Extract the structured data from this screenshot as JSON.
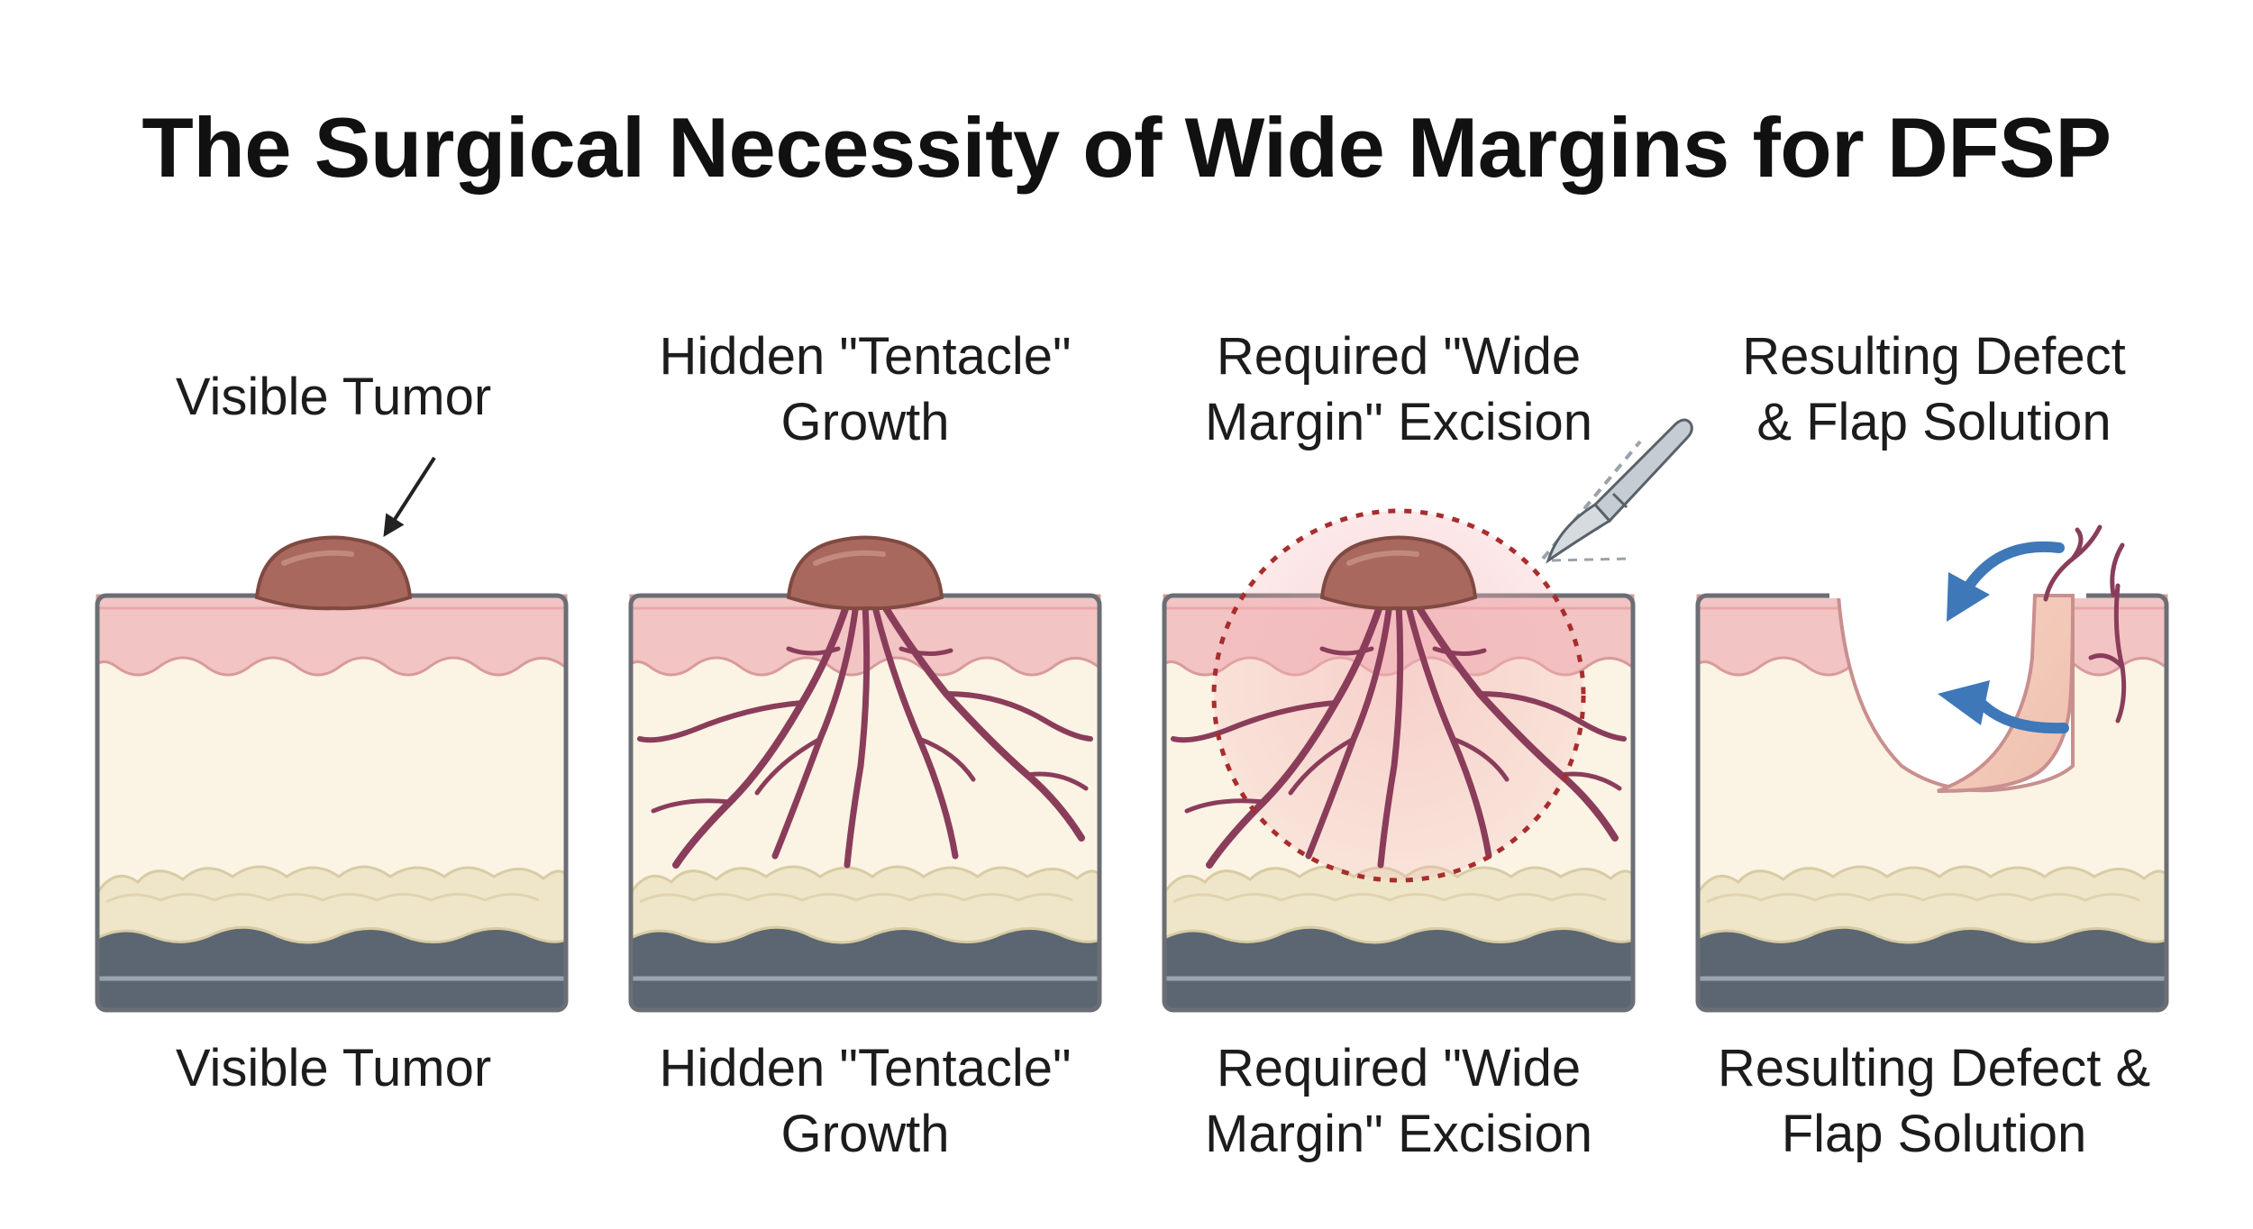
{
  "title": "The Surgical Necessity of Wide Margins for DFSP",
  "panels": [
    {
      "top_label": "Visible Tumor",
      "bottom_label": "Visible Tumor"
    },
    {
      "top_label": "Hidden \"Tentacle\"\nGrowth",
      "bottom_label": "Hidden \"Tentacle\"\nGrowth"
    },
    {
      "top_label": "Required \"Wide\nMargin\" Excision",
      "bottom_label": "Required \"Wide\nMargin\" Excision"
    },
    {
      "top_label": "Resulting Defect\n& Flap Solution",
      "bottom_label": "Resulting Defect &\nFlap Solution"
    }
  ],
  "colors": {
    "epidermis": "#f2c4c4",
    "dermis": "#fbf3e4",
    "fat": "#efe6c9",
    "fascia": "#5b6672",
    "tumor": "#a9685d",
    "tentacle": "#8a3d5a",
    "margin": "#a82d2d",
    "arrow": "#3e78b8",
    "outline": "#6b6f75"
  },
  "icons": [
    "arrow-icon",
    "scalpel-icon",
    "curved-arrow-icon"
  ]
}
